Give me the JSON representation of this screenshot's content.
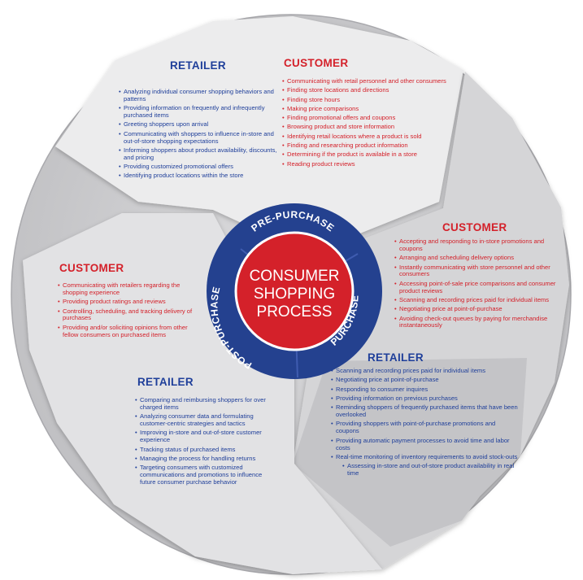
{
  "center": {
    "title_lines": [
      "CONSUMER",
      "SHOPPING",
      "PROCESS"
    ],
    "phases": {
      "pre": "PRE-PURCHASE",
      "purchase": "PURCHASE",
      "post": "POST-PURCHASE"
    }
  },
  "colors": {
    "retailer_text": "#1f3f9a",
    "customer_text": "#d4212a",
    "ring_blue": "#24418f",
    "center_red": "#d4212a",
    "panel_light": "#e9e9ea",
    "panel_mid": "#cfcfd1",
    "panel_dark": "#bcbcbf"
  },
  "sections": {
    "pre_retailer": {
      "heading": "RETAILER",
      "items": [
        "Analyzing individual consumer shopping behaviors and patterns",
        "Providing information on frequently and infrequently purchased items",
        "Greeting shoppers upon arrival",
        "Communicating with shoppers to influence in-store and out-of-store shopping expectations",
        "Informing shoppers about product availability, discounts, and pricing",
        "Providing customized promotional offers",
        "Identifying product locations within the store"
      ]
    },
    "pre_customer": {
      "heading": "CUSTOMER",
      "items": [
        "Communicating with retail personnel and other consumers",
        "Finding store locations and directions",
        "Finding store hours",
        "Making price comparisons",
        "Finding promotional offers and coupons",
        "Browsing product and store information",
        "Identifying retail locations where a product is sold",
        "Finding and researching product information",
        "Determining if the product is available in a store",
        "Reading product reviews"
      ]
    },
    "purchase_customer": {
      "heading": "CUSTOMER",
      "items": [
        "Accepting and responding to in-store promotions and coupons",
        "Arranging and scheduling delivery options",
        "Instantly communicating with store personnel and other consumers",
        "Accessing point-of-sale price comparisons and consumer product reviews",
        "Scanning and recording prices paid for individual items",
        "Negotiating price at point-of-purchase",
        "Avoiding check-out queues by paying for merchandise instantaneously"
      ]
    },
    "purchase_retailer": {
      "heading": "RETAILER",
      "items": [
        "Scanning and recording prices paid for individual items",
        "Negotiating price at point-of-purchase",
        "Responding to consumer inquires",
        "Providing information on previous purchases",
        "Reminding shoppers of frequently purchased items that have been overlooked",
        "Providing shoppers with point-of-purchase promotions and coupons",
        "Providing automatic payment processes to avoid time and labor costs",
        "Real-time monitoring of inventory requirements to avoid stock-outs"
      ],
      "sub_items": [
        "Assessing in-store and out-of-store product availability in real time"
      ]
    },
    "post_customer": {
      "heading": "CUSTOMER",
      "items": [
        "Communicating with retailers regarding the shopping experience",
        "Providing product ratings and reviews",
        "Controlling, scheduling, and tracking delivery of purchases",
        "Providing and/or soliciting opinions from other fellow consumers on purchased items"
      ]
    },
    "post_retailer": {
      "heading": "RETAILER",
      "items": [
        "Comparing and reimbursing shoppers for over charged items",
        "Analyzing consumer data and formulating customer-centric strategies and tactics",
        "Improving in-store and out-of-store customer experience",
        "Tracking status of purchased items",
        "Managing the process for handling returns",
        "Targeting consumers with customized communications and promotions to influence future consumer purchase behavior"
      ]
    }
  }
}
